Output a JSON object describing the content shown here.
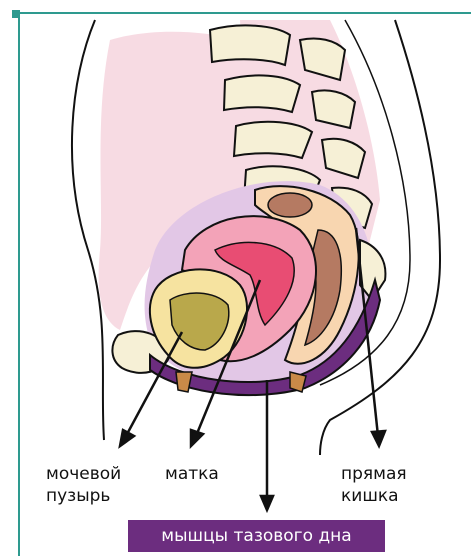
{
  "labels": {
    "bladder": [
      "мочевой",
      "пузырь"
    ],
    "uterus": "матка",
    "rectum": [
      "прямая",
      "кишка"
    ],
    "pelvic_floor": "мышцы тазового дна"
  },
  "colors": {
    "accent": "#2e9a8f",
    "badge": "#6c2d7f",
    "pelvic_floor": "#6c2d7f",
    "bladder": "#f6e3a0",
    "bladder_inner": "#b9a84b",
    "uterus": "#f3a3b8",
    "uterus_inner": "#e84d73",
    "rectum": "#f8d6b0",
    "rectum_inner": "#b57a62",
    "tissue": "#f7dbe3",
    "lilac": "#e2c7e6"
  }
}
